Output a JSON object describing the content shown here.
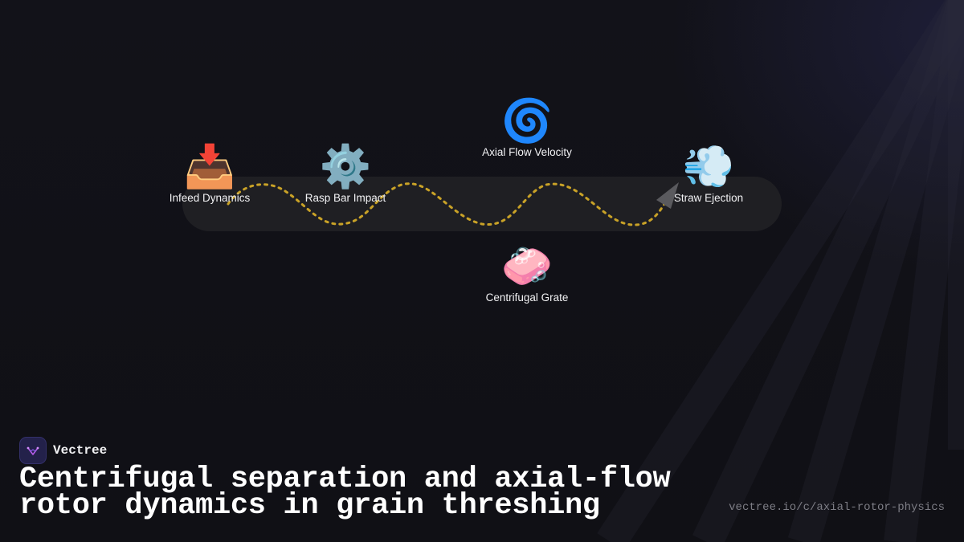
{
  "diagram": {
    "nodes": [
      {
        "label": "Infeed Dynamics",
        "icon": "inbox-tray-icon",
        "glyph": "📥"
      },
      {
        "label": "Rasp Bar Impact",
        "icon": "gear-icon",
        "glyph": "⚙️"
      },
      {
        "label": "Axial Flow Velocity",
        "icon": "cyclone-icon",
        "glyph": "🌀"
      },
      {
        "label": "Centrifugal Grate",
        "icon": "soap-icon",
        "glyph": "🧼"
      },
      {
        "label": "Straw Ejection",
        "icon": "dash-wind-icon",
        "glyph": "💨"
      }
    ],
    "colors": {
      "track": "#1f1f23",
      "flow_path": "#c9a227",
      "arrow": "#5a5a5e"
    }
  },
  "footer": {
    "brand_name": "Vectree",
    "brand_logo_icon": "vectree-logo-icon",
    "headline": "Centrifugal separation and axial-flow rotor dynamics in grain threshing",
    "url": "vectree.io/c/axial-rotor-physics"
  }
}
